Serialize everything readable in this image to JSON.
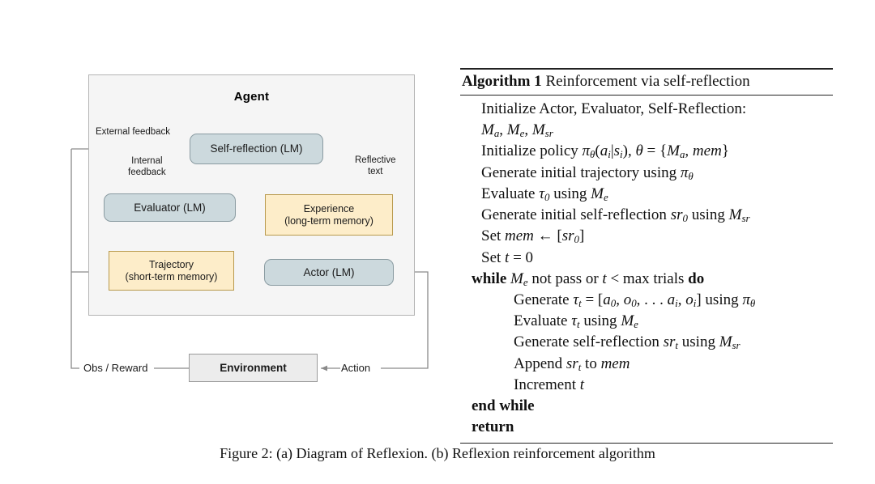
{
  "figure": {
    "caption": "Figure 2: (a) Diagram of Reflexion. (b) Reflexion reinforcement algorithm"
  },
  "diagram": {
    "panel_title": "Agent",
    "colors": {
      "panel_fill": "#f5f5f5",
      "panel_stroke": "#b4b4b4",
      "lm_fill": "#ccd9dd",
      "lm_stroke": "#8a9ba1",
      "memory_fill": "#fdedc9",
      "memory_stroke": "#b99a4e",
      "env_fill": "#ececec",
      "env_stroke": "#9a9a9a",
      "arrow": "#808080",
      "text": "#1a1a1a"
    },
    "nodes": [
      {
        "id": "self-reflection",
        "line1": "Self-reflection (LM)",
        "line2": ""
      },
      {
        "id": "evaluator",
        "line1": "Evaluator (LM)",
        "line2": ""
      },
      {
        "id": "experience",
        "line1": "Experience",
        "line2": "(long-term memory)"
      },
      {
        "id": "trajectory",
        "line1": "Trajectory",
        "line2": "(short-term memory)"
      },
      {
        "id": "actor",
        "line1": "Actor (LM)",
        "line2": ""
      },
      {
        "id": "environment",
        "line1": "Environment",
        "line2": ""
      }
    ],
    "edge_labels": {
      "external_feedback": "External feedback",
      "internal_feedback_line1": "Internal",
      "internal_feedback_line2": "feedback",
      "reflective_line1": "Reflective",
      "reflective_line2": "text",
      "obs_reward": "Obs / Reward",
      "action": "Action"
    }
  },
  "algorithm": {
    "label": "Algorithm 1",
    "title": "Reinforcement via self-reflection",
    "lines": [
      {
        "indent": 0,
        "text": "Initialize Actor, Evaluator, Self-Reflection:"
      },
      {
        "indent": 0,
        "text": "Ma, Me, Msr"
      },
      {
        "indent": 0,
        "text": "Initialize policy πθ(ai|si), θ = {Ma, mem}"
      },
      {
        "indent": 0,
        "text": "Generate initial trajectory using πθ"
      },
      {
        "indent": 0,
        "text": "Evaluate τ0 using Me"
      },
      {
        "indent": 0,
        "text": "Generate initial self-reflection sr0 using Msr"
      },
      {
        "indent": 0,
        "text": "Set mem ← [sr0]"
      },
      {
        "indent": 0,
        "text": "Set t = 0"
      },
      {
        "indent": 0,
        "text": "while Me not pass or t < max trials do"
      },
      {
        "indent": 1,
        "text": "Generate τt = [a0, o0, . . . ai, oi] using πθ"
      },
      {
        "indent": 1,
        "text": "Evaluate τt using Me"
      },
      {
        "indent": 1,
        "text": "Generate self-reflection srt using Msr"
      },
      {
        "indent": 1,
        "text": "Append srt to mem"
      },
      {
        "indent": 1,
        "text": "Increment t"
      },
      {
        "indent": 0,
        "text": "end while"
      },
      {
        "indent": 0,
        "text": "return"
      }
    ]
  }
}
